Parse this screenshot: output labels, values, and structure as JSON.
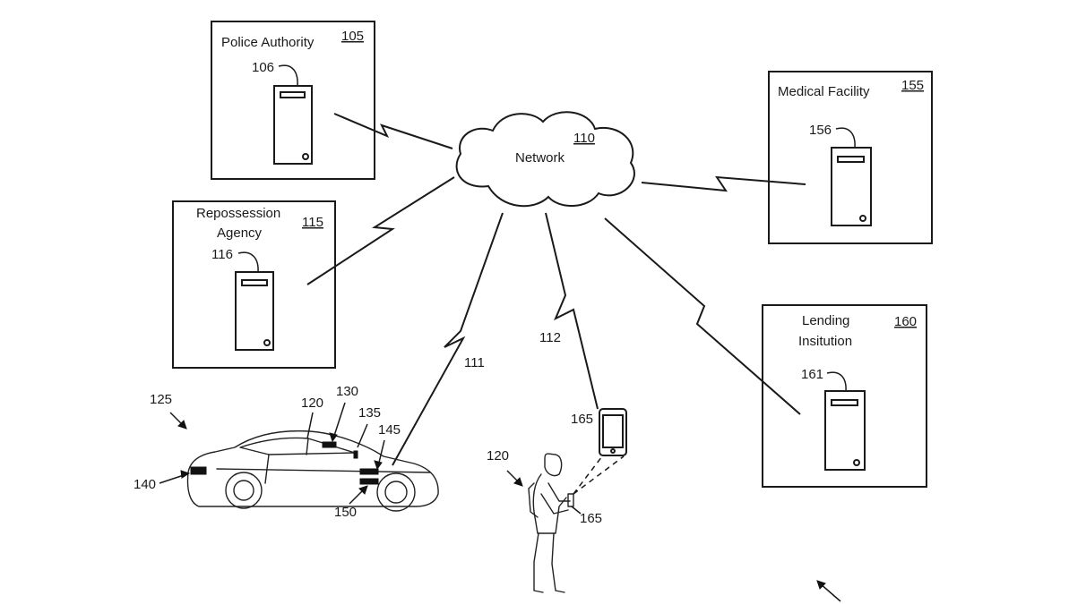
{
  "labels": {
    "police": "Police Authority",
    "repossession_1": "Repossession",
    "repossession_2": "Agency",
    "network": "Network",
    "medical": "Medical Facility",
    "lending_1": "Lending",
    "lending_2": "Insitution"
  },
  "refs": {
    "police_box": "105",
    "police_server": "106",
    "network": "110",
    "link_vehicle": "111",
    "link_phone": "112",
    "repo_box": "115",
    "repo_server": "116",
    "vehicle": "120",
    "person": "120",
    "scene": "125",
    "camera": "130",
    "sensor_a": "135",
    "rear_sensor": "140",
    "sensor_b": "145",
    "sensor_c": "150",
    "medical_box": "155",
    "medical_server": "156",
    "lending_box": "160",
    "lending_server": "161",
    "phone_large": "165",
    "phone_small": "165"
  },
  "icons": [
    "server-icon",
    "cloud-icon",
    "lightning-link-icon",
    "vehicle-icon",
    "person-icon",
    "smartphone-icon",
    "arrow-icon"
  ]
}
